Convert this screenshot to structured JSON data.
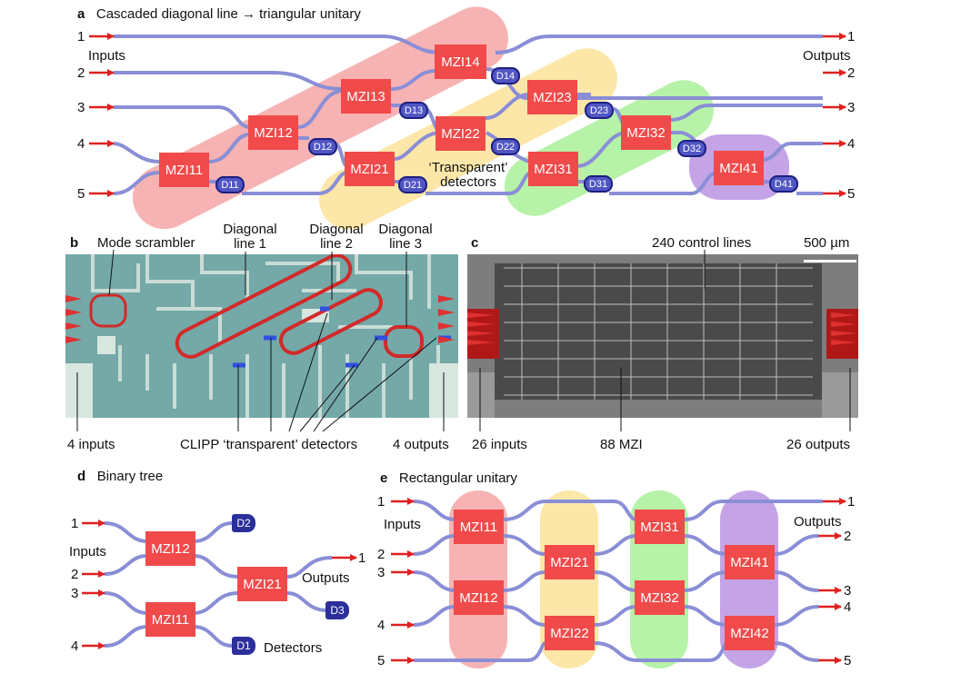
{
  "panel_a": {
    "letter": "a",
    "title": "Cascaded diagonal line → triangular unitary",
    "inputs_label": "Inputs",
    "outputs_label": "Outputs",
    "port_numbers": [
      "1",
      "2",
      "3",
      "4",
      "5"
    ],
    "mzis": [
      "MZI11",
      "MZI12",
      "MZI13",
      "MZI14",
      "MZI21",
      "MZI22",
      "MZI23",
      "MZI31",
      "MZI32",
      "MZI41"
    ],
    "detectors": [
      "D11",
      "D12",
      "D13",
      "D14",
      "D21",
      "D22",
      "D23",
      "D31",
      "D32",
      "D41"
    ],
    "transparent_label_1": "‘Transparent’",
    "transparent_label_2": "detectors",
    "colors": {
      "red": "#f7b3b3",
      "yellow": "#fde7a8",
      "green": "#b6f2a8",
      "purple": "#c4a4e6",
      "mzi": "#f04a4a",
      "waveguide": "#8a8ed6",
      "detector": "#5156c4"
    }
  },
  "panel_b": {
    "letter": "b",
    "mode_scrambler": "Mode scrambler",
    "diag1_a": "Diagonal",
    "diag1_b": "line 1",
    "diag2_a": "Diagonal",
    "diag2_b": "line 2",
    "diag3_a": "Diagonal",
    "diag3_b": "line 3",
    "inputs": "4 inputs",
    "detectors": "CLIPP ‘transparent’ detectors",
    "outputs": "4 outputs"
  },
  "panel_c": {
    "letter": "c",
    "control_lines": "240 control lines",
    "scale": "500 µm",
    "inputs": "26 inputs",
    "mzi": "88 MZI",
    "outputs": "26 outputs"
  },
  "panel_d": {
    "letter": "d",
    "title": "Binary tree",
    "inputs_label": "Inputs",
    "outputs_label": "Outputs",
    "detectors_label": "Detectors",
    "port_numbers": [
      "1",
      "2",
      "3",
      "4"
    ],
    "output_number": "1",
    "mzis": [
      "MZI12",
      "MZI21",
      "MZI11"
    ],
    "detectors": [
      "D2",
      "D3",
      "D1"
    ]
  },
  "panel_e": {
    "letter": "e",
    "title": "Rectangular unitary",
    "inputs_label": "Inputs",
    "outputs_label": "Outputs",
    "port_numbers": [
      "1",
      "2",
      "3",
      "4",
      "5"
    ],
    "mzis": [
      "MZI11",
      "MZI12",
      "MZI21",
      "MZI22",
      "MZI31",
      "MZI32",
      "MZI41",
      "MZI42"
    ]
  }
}
